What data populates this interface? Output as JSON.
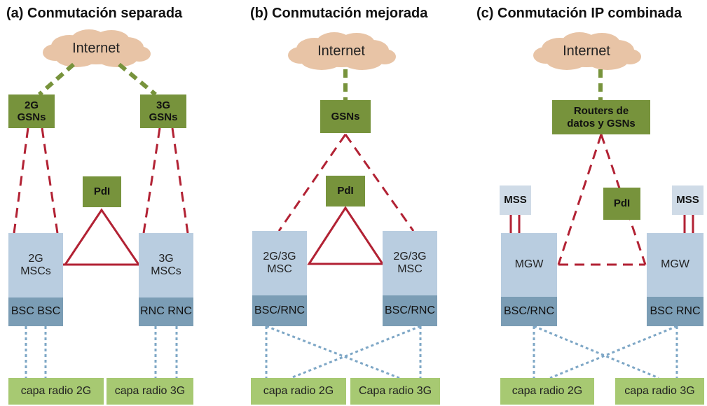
{
  "panels": [
    {
      "title": "(a) Conmutación separada",
      "cloud": "Internet",
      "gsn_left": [
        "2G",
        "GSNs"
      ],
      "gsn_right": [
        "3G",
        "GSNs"
      ],
      "pdi": "PdI",
      "msc_left": [
        "2G",
        "MSCs"
      ],
      "msc_right": [
        "3G",
        "MSCs"
      ],
      "bsc_left": "BSC BSC",
      "bsc_right": "RNC RNC",
      "radio_left": "capa radio 2G",
      "radio_right": "capa radio 3G"
    },
    {
      "title": "(b) Conmutación mejorada",
      "cloud": "Internet",
      "gsn": "GSNs",
      "pdi": "PdI",
      "msc_left": [
        "2G/3G",
        "MSC"
      ],
      "msc_right": [
        "2G/3G",
        "MSC"
      ],
      "bsc_left": "BSC/RNC",
      "bsc_right": "BSC/RNC",
      "radio_left": "capa radio 2G",
      "radio_right": "Capa radio 3G"
    },
    {
      "title": "(c) Conmutación IP combinada",
      "cloud": "Internet",
      "routers": [
        "Routers de",
        "datos y GSNs"
      ],
      "pdi": "PdI",
      "mss_left": "MSS",
      "mss_right": "MSS",
      "mgw_left": "MGW",
      "mgw_right": "MGW",
      "bsc_left": "BSC/RNC",
      "bsc_right": "BSC RNC",
      "radio_left": "capa radio 2G",
      "radio_right": "capa radio 3G"
    }
  ],
  "colors": {
    "cloud": "#e8c4a6",
    "internet_link": "#77933c",
    "red_link": "#b22234",
    "radio_link": "#7ea7c6",
    "green_box": "#77933c",
    "msc_box": "#b9cde0",
    "bsc_box": "#7b9db5",
    "radio_box": "#a7c972"
  }
}
